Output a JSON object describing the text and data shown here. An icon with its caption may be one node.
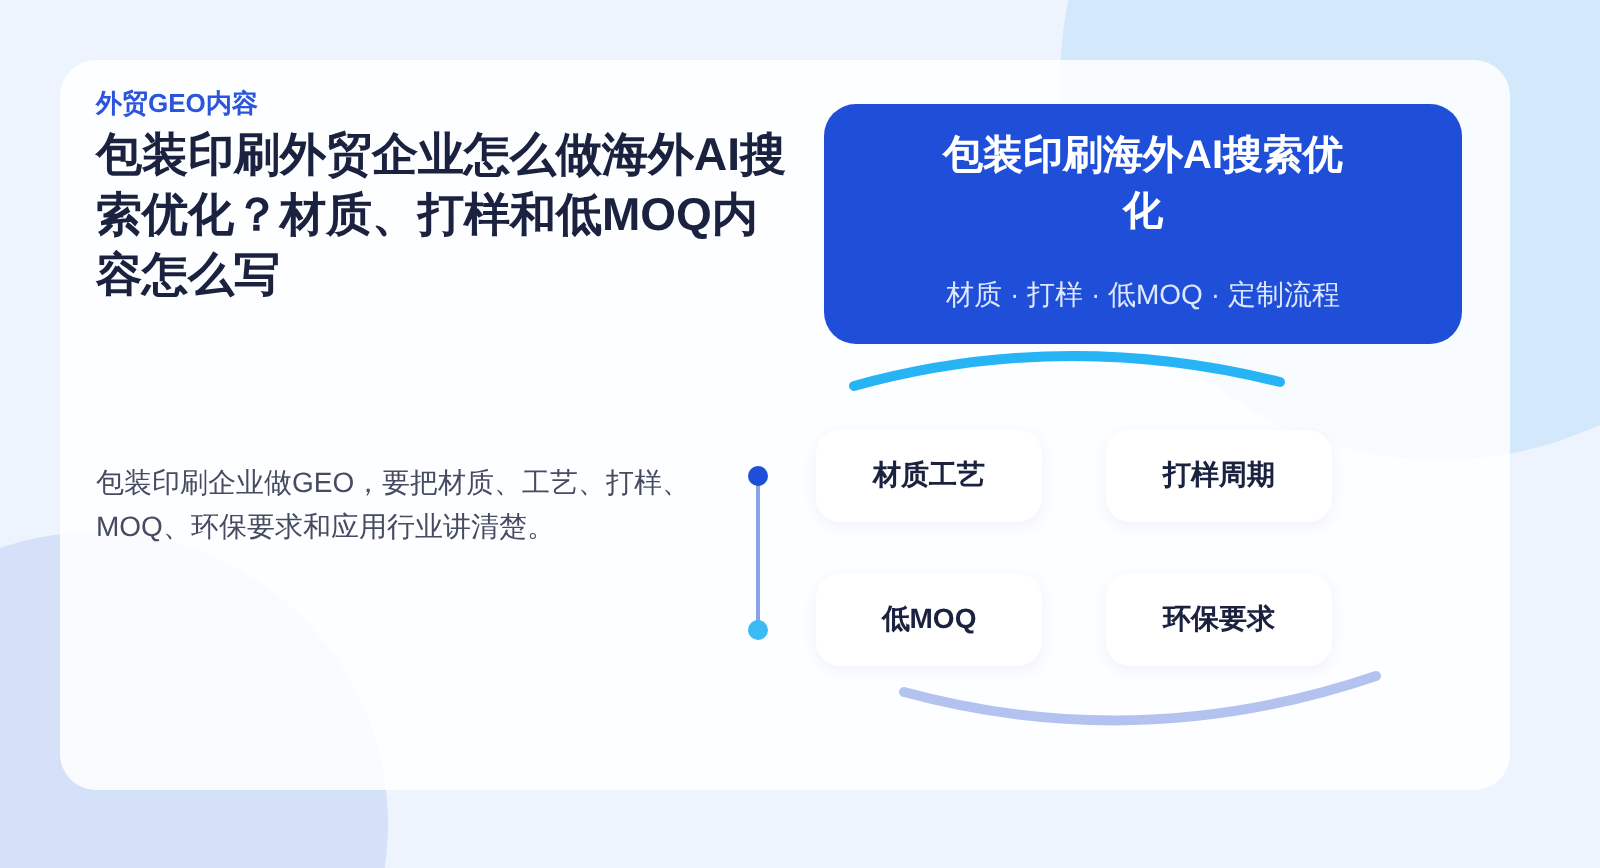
{
  "diagram": {
    "title": "包装印刷外贸企业怎么做海外AI搜索优化？材质、打样和低MOQ内容怎么写",
    "nodes": [
      {
        "text": [
          "包装印刷海外AI搜索优化",
          "材质 · 打样 · 低MOQ · 定制流程"
        ]
      },
      {
        "text": [
          "材质工艺"
        ]
      },
      {
        "text": [
          "打样周期"
        ]
      },
      {
        "text": [
          "低MOQ"
        ]
      },
      {
        "text": [
          "环保要求"
        ]
      }
    ],
    "labels": [
      "外贸GEO内容",
      "包装印刷企业做GEO，要把材质、工艺、打样、MOQ、环保要求和应用行业讲清楚。"
    ]
  }
}
